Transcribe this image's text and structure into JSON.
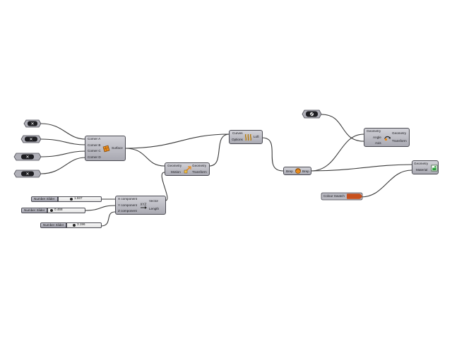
{
  "surface": {
    "inputs": [
      "Corner A",
      "Corner B",
      "Corner C",
      "Corner D"
    ],
    "output": "Surface"
  },
  "move": {
    "inputs": [
      "Geometry",
      "Motion"
    ],
    "outputs": [
      "Geometry",
      "Transform"
    ]
  },
  "vector": {
    "inputs": [
      "X component",
      "Y component",
      "Z component"
    ],
    "outputs": [
      "Vector",
      "Length"
    ]
  },
  "loft": {
    "inputs": [
      "Curves",
      "Options"
    ],
    "output": "Loft"
  },
  "brep": {
    "input": "Brep",
    "output": "Brep"
  },
  "rotate": {
    "inputs": [
      "Geometry",
      "Angle",
      "Axis"
    ],
    "outputs": [
      "Geometry",
      "Transform"
    ]
  },
  "preview": {
    "inputs": [
      "Geometry",
      "Material"
    ]
  },
  "sliders": [
    {
      "name": "Number Slider",
      "value": "1.937",
      "position": 0.12
    },
    {
      "name": "Number Slider",
      "value": "0.468",
      "position": 0.08
    },
    {
      "name": "Number Slider",
      "value": "3.196",
      "position": 0.1
    }
  ],
  "colour_swatch": {
    "label": "Colour Swatch",
    "color": "#c8501c"
  },
  "colors": {
    "wire": "#3a3a3a",
    "component_fill": "#b8b8c0",
    "component_border": "#4a4a52"
  }
}
